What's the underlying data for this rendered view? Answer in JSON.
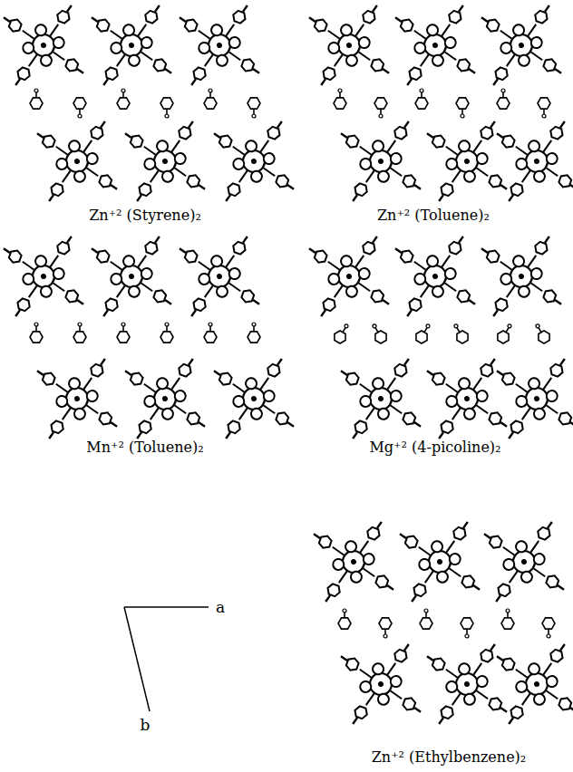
{
  "diagram": {
    "labels": [
      "Zn⁺² (Styrene)₂",
      "Zn⁺² (Toluene)₂",
      "Mn⁺² (Toluene)₂",
      "Mg⁺² (4-picoline)₂",
      "Zn⁺² (Ethylbenzene)₂",
      "a",
      "b"
    ]
  }
}
